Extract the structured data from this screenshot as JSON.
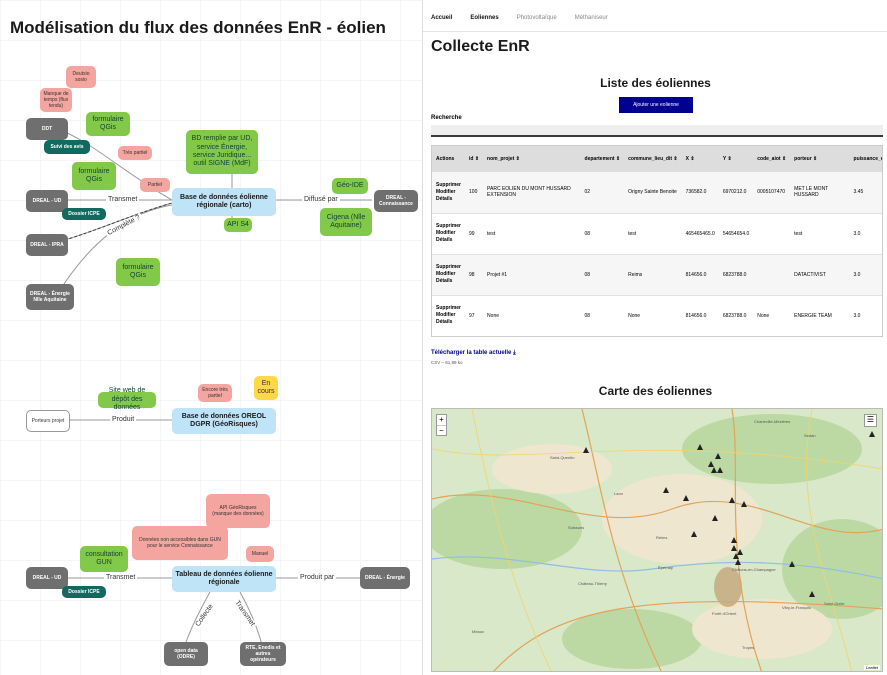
{
  "diagram": {
    "title": "Modélisation du flux des données EnR - éolien",
    "nodes": {
      "deutsio": "Deutsio sosio",
      "manque_temps": "Manque de temps (flux tendu)",
      "ddt": "DDT",
      "suivi": "Suivi des avis",
      "formulaire_qgis_1": "formulaire QGis",
      "tres_partiel": "Très partiel",
      "formulaire_qgis_2": "formulaire QGis",
      "bd_ud": "BD remplie par UD, service Énergie, service Juridique... outil SIGNE (MdF)",
      "partiel": "Partiel",
      "geo_ide": "Géo-IDE",
      "dreal_ud": "DREAL - UD",
      "base_regionale": "Base de données éolienne régionale (carto)",
      "dreal_connaissance": "DREAL - Connaissance",
      "dossier_icpe": "Dossier ICPE",
      "api_s4": "API S4",
      "cigena": "Cigena (Nlle Aquitaine)",
      "dreal_ipra": "DREAL - IPRA",
      "formulaire_qgis_3": "formulaire QGis",
      "dreal_energie": "DREAL - Énergie Nlle Aquitaine",
      "site_web": "Site web de dépôt des données",
      "encore_partiel": "Encore très partiel",
      "en_cours": "En cours",
      "porteurs": "Porteurs projet",
      "oreol": "Base de données OREOL DGPR (GéoRisques)",
      "api_georisques": "API GéoRisques (manque des données)",
      "non_accessibles": "Données non accessibles dans GUN pour le service Connaissance",
      "consultation_gun": "consultation GUN",
      "manuel": "Manuel",
      "dreal_ud_2": "DREAL - UD",
      "tableau": "Tableau de données éolienne régionale",
      "dreal_energie_2": "DREAL - Énergie",
      "dossier_icpe_2": "Dossier ICPE",
      "open_data": "open data (ODRE)",
      "rte": "RTE, Enedis et autres opérateurs"
    },
    "labels": {
      "transmet": "Transmet",
      "diffuse": "Diffusé par",
      "complete": "Complète ?",
      "produit": "Produit",
      "transmet_2": "Transmet",
      "produit_par": "Produit par",
      "collecte": "Collecte",
      "transmet_3": "Transmet"
    }
  },
  "app": {
    "tabs": [
      "Accueil",
      "Eoliennes",
      "Photovoltaïque",
      "Méthaniseur"
    ],
    "page_title": "Collecte EnR",
    "list_title": "Liste des éoliennes",
    "add_button": "Ajouter une eolienne",
    "search_label": "Recherche",
    "table": {
      "headers": [
        "Actions",
        "id ⇕",
        "nom_projet ⇕",
        "departement ⇕",
        "commune_lieu_dit ⇕",
        "X ⇕",
        "Y ⇕",
        "code_aiot ⇕",
        "porteur ⇕",
        "puissance_eol"
      ],
      "rows": [
        {
          "actions": [
            "Supprimer",
            "Modifier",
            "Détails"
          ],
          "cells": [
            "100",
            "PARC EOLIEN DU MONT HUSSARD EXTENSION",
            "02",
            "Origny Sainte Benoite",
            "736582.0",
            "6970212.0",
            "0005107470",
            "MET LE MONT HUSSARD",
            "3.45"
          ]
        },
        {
          "actions": [
            "Supprimer",
            "Modifier",
            "Détails"
          ],
          "cells": [
            "99",
            "test",
            "08",
            "test",
            "465465465.0",
            "54654654.0",
            "",
            "test",
            "3.0"
          ]
        },
        {
          "actions": [
            "Supprimer",
            "Modifier",
            "Détails"
          ],
          "cells": [
            "98",
            "Projet #1",
            "08",
            "Reims",
            "814656.0",
            "6823788.0",
            "",
            "DATACTIVIST",
            "3.0"
          ]
        },
        {
          "actions": [
            "Supprimer",
            "Modifier",
            "Détails"
          ],
          "cells": [
            "97",
            "None",
            "08",
            "None",
            "814656.0",
            "6823788.0",
            "None",
            "ENERGIE TEAM",
            "3.0"
          ]
        }
      ]
    },
    "download_link": "Télécharger la table actuelle",
    "csv_info": "CSV – 61,88 ko",
    "map_title": "Carte des éoliennes",
    "zoom_in": "+",
    "zoom_out": "−",
    "attribution": "Leaflet",
    "map_places": [
      "Charleville-Mézières",
      "Sedan",
      "Saint-Quentin",
      "Laon",
      "Reims",
      "Soissons",
      "Châlons-en-Champagne",
      "Épernay",
      "Château-Thierry",
      "Troyes",
      "Vitry-le-François",
      "Saint-Dizier",
      "Meaux",
      "Forêt d'Orient"
    ]
  }
}
